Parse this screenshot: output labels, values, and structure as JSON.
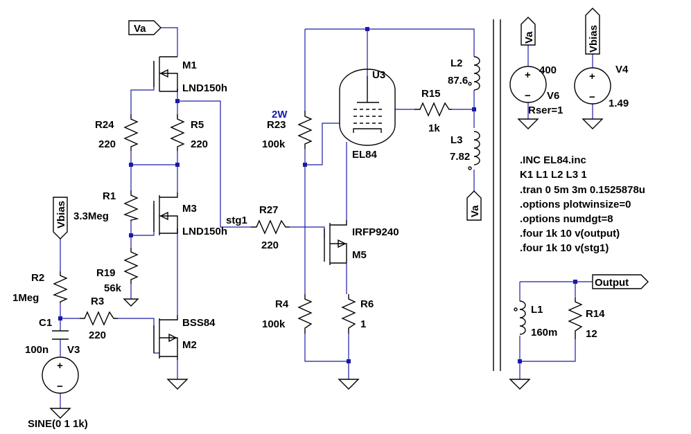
{
  "components": {
    "M1": {
      "name": "M1",
      "model": "LND150h"
    },
    "M3": {
      "name": "M3",
      "model": "LND150h"
    },
    "M2": {
      "name": "M2",
      "model": "BSS84"
    },
    "M5": {
      "name": "M5",
      "model": "IRFP9240"
    },
    "R24": {
      "name": "R24",
      "value": "220"
    },
    "R5": {
      "name": "R5",
      "value": "220"
    },
    "R1": {
      "name": "R1",
      "value": "3.3Meg"
    },
    "R19": {
      "name": "R19",
      "value": "56k"
    },
    "R2": {
      "name": "R2",
      "value": "1Meg"
    },
    "R3": {
      "name": "R3",
      "value": "220"
    },
    "R27": {
      "name": "R27",
      "value": "220"
    },
    "R23": {
      "name": "R23",
      "value": "100k",
      "power": "2W"
    },
    "R4": {
      "name": "R4",
      "value": "100k"
    },
    "R6": {
      "name": "R6",
      "value": "1"
    },
    "R15": {
      "name": "R15",
      "value": "1k"
    },
    "R14": {
      "name": "R14",
      "value": "12"
    },
    "C1": {
      "name": "C1",
      "value": "100n"
    },
    "U3": {
      "name": "U3",
      "model": "EL84"
    },
    "L1": {
      "name": "L1",
      "value": "160m"
    },
    "L2": {
      "name": "L2",
      "value": "87.6"
    },
    "L3": {
      "name": "L3",
      "value": "7.82"
    },
    "V3": {
      "name": "V3",
      "value": "SINE(0 1 1k)"
    },
    "V6": {
      "name": "V6",
      "value": "400",
      "extra": "Rser=1"
    },
    "V4": {
      "name": "V4",
      "value": "1.49"
    }
  },
  "nets": {
    "va": "Va",
    "vbias": "Vbias",
    "stg1": "stg1",
    "output": "Output"
  },
  "directives": [
    ".INC EL84.inc",
    "K1 L1 L2 L3 1",
    ".tran 0 5m 3m 0.1525878u",
    ".options plotwinsize=0",
    ".options numdgt=8",
    ".four 1k 10 v(output)",
    ".four 1k 10 v(stg1)"
  ],
  "symbols": {
    "plus": "+",
    "minus": "−"
  }
}
